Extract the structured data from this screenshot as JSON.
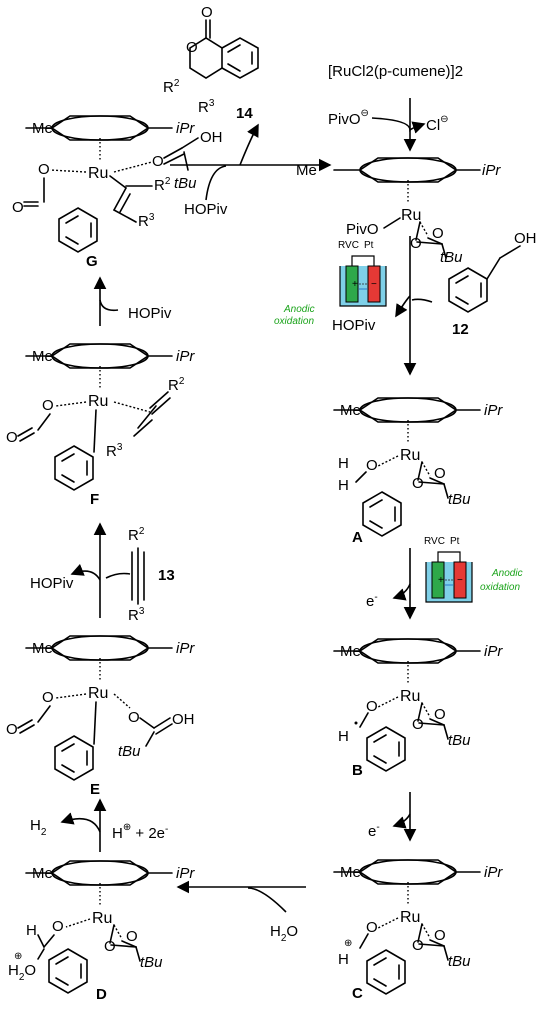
{
  "diagram": {
    "catalyst_precursor": "[RuCl2(p-cumene)]2",
    "piv_anion": "PivO",
    "chloride": "Cl",
    "compound_14": "14",
    "compound_12": "12",
    "compound_13": "13",
    "hopiv": "HOPiv",
    "anodic_line1": "Anodic",
    "anodic_line2": "oxidation",
    "electrode_rvc": "RVC",
    "electrode_pt": "Pt",
    "electron": "e-",
    "h2": "H2",
    "h_plus_2e": "H+ + 2e-",
    "water": "H2O",
    "labels": {
      "A": "A",
      "B": "B",
      "C": "C",
      "D": "D",
      "E": "E",
      "F": "F",
      "G": "G"
    },
    "me": "Me",
    "ipr": "iPr",
    "ru": "Ru",
    "tbu": "tBu",
    "r2": "R2",
    "r3": "R3",
    "oh": "OH"
  },
  "colors": {
    "green": "#1aa31a",
    "red": "#e53935",
    "cell_blue": "#7fd0e8"
  }
}
